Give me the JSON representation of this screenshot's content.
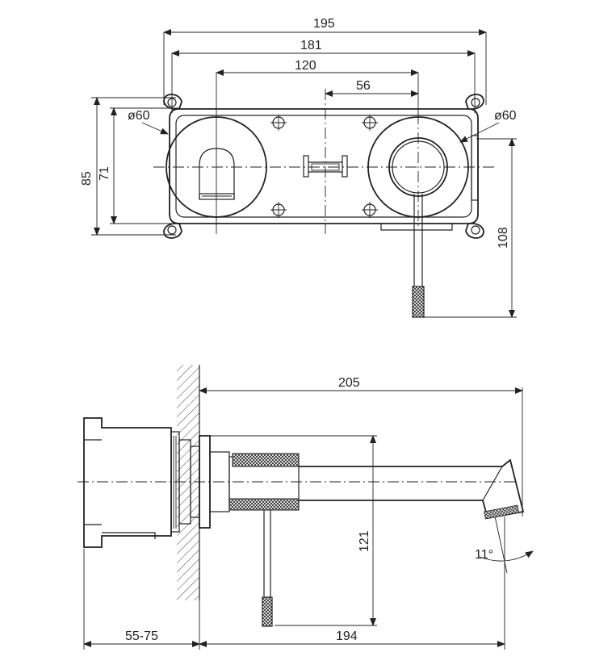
{
  "top_view": {
    "dim_195": "195",
    "dim_181": "181",
    "dim_120": "120",
    "dim_56": "56",
    "dim_dia_left": "ø60",
    "dim_dia_right": "ø60",
    "dim_85": "85",
    "dim_71": "71",
    "dim_108": "108"
  },
  "side_view": {
    "dim_205": "205",
    "dim_121": "121",
    "dim_angle": "11°",
    "dim_55_75": "55-75",
    "dim_194": "194"
  }
}
